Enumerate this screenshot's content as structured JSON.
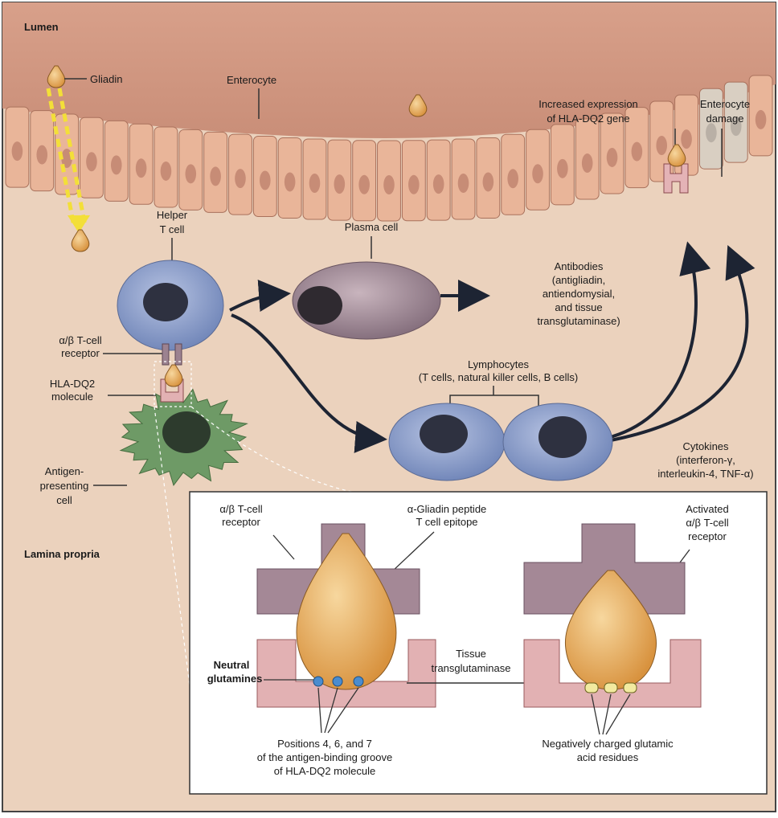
{
  "labels": {
    "lumen": "Lumen",
    "gliadin": "Gliadin",
    "enterocyte": "Enterocyte",
    "increased_expression": [
      "Increased expression",
      "of HLA-DQ2 gene"
    ],
    "enterocyte_damage": [
      "Enterocyte",
      "damage"
    ],
    "helper_t_cell": [
      "Helper",
      "T cell"
    ],
    "plasma_cell": "Plasma cell",
    "antibodies": [
      "Antibodies",
      "(antigliadin,",
      "antiendomysial,",
      "and tissue",
      "transglutaminase)"
    ],
    "tcell_receptor": [
      "α/β T-cell",
      "receptor"
    ],
    "hla_dq2_molecule": [
      "HLA-DQ2",
      "molecule"
    ],
    "lymphocytes": [
      "Lymphocytes",
      "(T cells, natural killer cells, B cells)"
    ],
    "cytokines": [
      "Cytokines",
      "(interferon-γ,",
      "interleukin-4, TNF-α)"
    ],
    "antigen_presenting_cell": [
      "Antigen-",
      "presenting",
      "cell"
    ],
    "lamina_propria": "Lamina propria"
  },
  "inset": {
    "receptor": [
      "α/β T-cell",
      "receptor"
    ],
    "gliadin_peptide": [
      "α-Gliadin peptide",
      "T cell epitope"
    ],
    "activated_receptor": [
      "Activated",
      "α/β T-cell",
      "receptor"
    ],
    "neutral_glutamines": [
      "Neutral",
      "glutamines"
    ],
    "tissue_transglutaminase": [
      "Tissue",
      "transglutaminase"
    ],
    "positions": [
      "Positions 4, 6, and 7",
      "of the antigen-binding groove",
      "of HLA-DQ2 molecule"
    ],
    "negatively_charged": [
      "Negatively charged glutamic",
      "acid residues"
    ]
  },
  "colors": {
    "lumen": "#d9a28a",
    "lamina": "#ebcfb8",
    "enterocyte": "#e9b599",
    "tcell": "#8a9cc6",
    "plasma": "#a08a95",
    "apc": "#6e9a66",
    "gliadin": "#e8b062",
    "arrow": "#1d2433",
    "inset_bg": "#ffffff",
    "receptor": "#9c8290",
    "hla": "#e2b1b3"
  }
}
